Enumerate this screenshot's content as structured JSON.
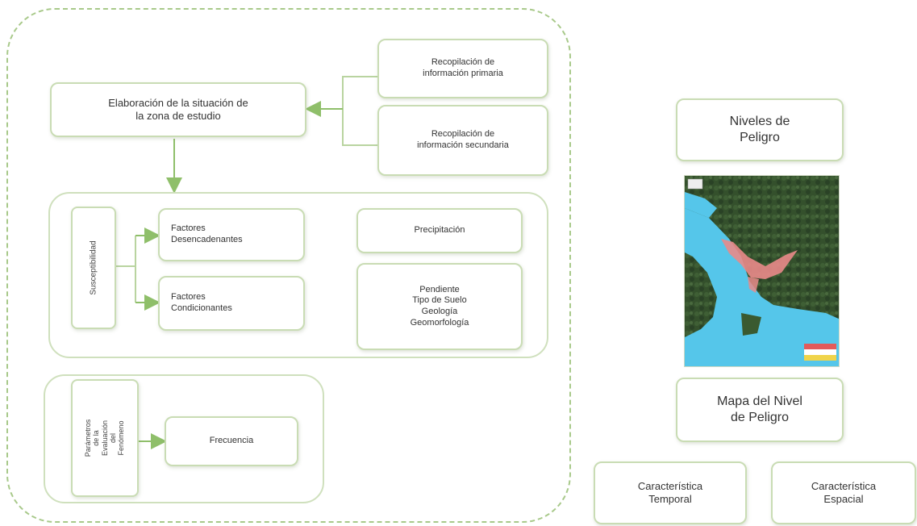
{
  "flow": {
    "acopiacion_primaria": "Recopilación de\ninformación primaria",
    "acopiacion_secundaria": "Recopilación de\ninformación secundaria",
    "elaboracion": "Elaboración de la situación de\nla zona de estudio",
    "susceptibilidad": "Susceptibilidad",
    "factores_desencadenantes": "Factores\nDesencadenantes",
    "factores_condicionantes": "Factores\nCondicionantes",
    "precipitacion": "Precipitación",
    "pendiente_grupo": "Pendiente\nTipo de Suelo\nGeología\nGeomorfología",
    "parametros": "Parámetros de la\nEvaluación del\nFenómeno",
    "frecuencia": "Frecuencia"
  },
  "right": {
    "niveles": "Niveles de\nPeligro",
    "mapa": "Mapa del Nivel\nde Peligro",
    "temporal": "Característica\nTemporal",
    "espacial": "Característica\nEspacial"
  },
  "colors": {
    "border": "#c9dcb4",
    "dashed": "#a8c98a",
    "arrow": "#8fbf6a",
    "map_forest": "#2f4a2a",
    "map_water": "#55c6ea",
    "map_hazard": "#e98a8a"
  }
}
